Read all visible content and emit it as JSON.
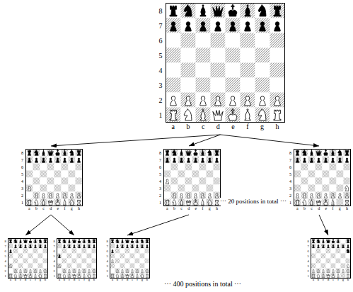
{
  "diagram": {
    "nodes": [
      {
        "text": [
          "8 7 6 5 4 3 2 1",
          "a b c d e f g h"
        ]
      },
      {
        "text": [
          "8 7 6 5 4 3 2 1",
          "a b c d e f g h"
        ]
      },
      {
        "text": [
          "8 7 6 5 4 3 2 1",
          "a b c d e f g h"
        ]
      },
      {
        "text": [
          "8 7 6 5 4 3 2 1",
          "a b c d e f g h"
        ]
      },
      {
        "text": [
          "8 7 6 5 4 3 2 1",
          "a b c d e f g h"
        ]
      },
      {
        "text": [
          "8 7 6 5 4 3 2 1",
          "a b c d e f g h"
        ]
      },
      {
        "text": [
          "8 7 6 5 4 3 2 1",
          "a b c d e f g h"
        ]
      },
      {
        "text": [
          "8 7 6 5 4 3 2 1",
          "a b c d e f g h"
        ]
      }
    ],
    "edges": [
      {
        "from": 0,
        "to": 1,
        "arrow": "to"
      },
      {
        "from": 0,
        "to": 2,
        "arrow": "to"
      },
      {
        "from": 0,
        "to": 3,
        "arrow": "to"
      },
      {
        "from": 1,
        "to": 4,
        "arrow": "to"
      },
      {
        "from": 1,
        "to": 5,
        "arrow": "to"
      },
      {
        "from": 2,
        "to": 6,
        "arrow": "to"
      },
      {
        "from": 3,
        "to": 7,
        "arrow": "to"
      }
    ],
    "labels": [
      "⋯ 20 positions in total ⋯",
      "⋯ 400 positions in total ⋯"
    ]
  }
}
